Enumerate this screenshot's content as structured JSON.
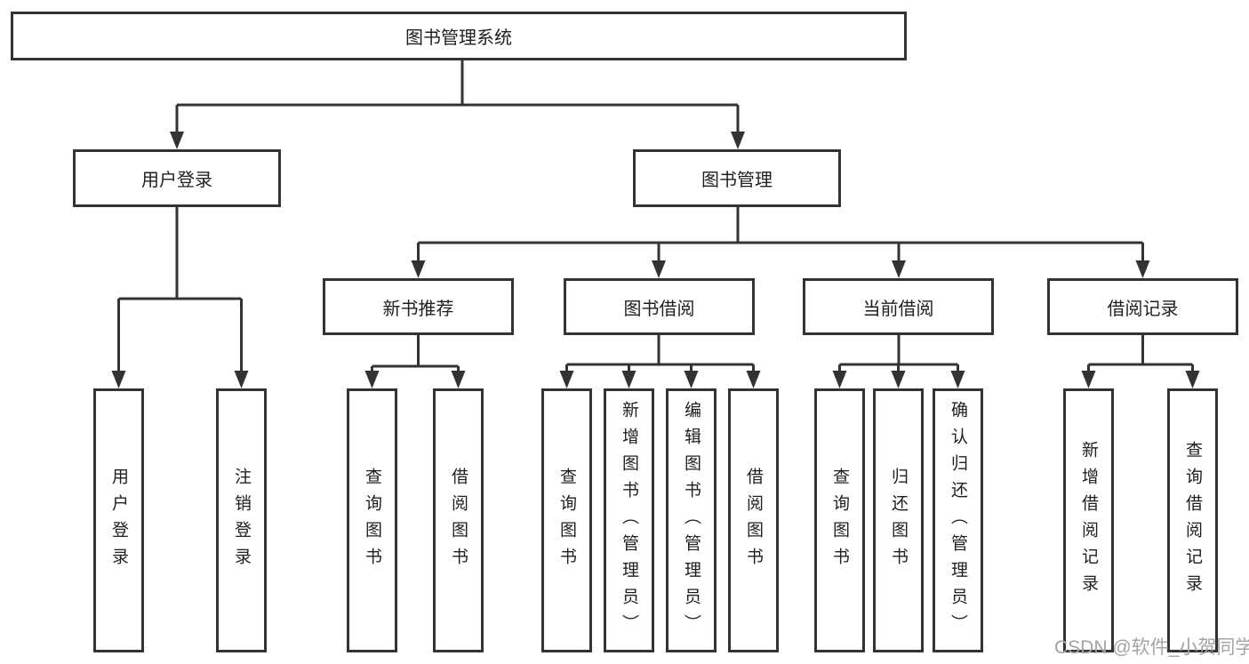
{
  "diagram": {
    "root": {
      "label": "图书管理系统"
    },
    "level2": [
      {
        "label": "用户登录"
      },
      {
        "label": "图书管理"
      }
    ],
    "level3": [
      {
        "label": "新书推荐"
      },
      {
        "label": "图书借阅"
      },
      {
        "label": "当前借阅"
      },
      {
        "label": "借阅记录"
      }
    ],
    "leaves": [
      {
        "label": "用户登录"
      },
      {
        "label": "注销登录"
      },
      {
        "label": "查询图书"
      },
      {
        "label": "借阅图书"
      },
      {
        "label": "查询图书"
      },
      {
        "label": "新增图书（管理员）"
      },
      {
        "label": "编辑图书（管理员）"
      },
      {
        "label": "借阅图书"
      },
      {
        "label": "查询图书"
      },
      {
        "label": "归还图书"
      },
      {
        "label": "确认归还（管理员）"
      },
      {
        "label": "新增借阅记录"
      },
      {
        "label": "查询借阅记录"
      }
    ],
    "watermark": "CSDN @软件_小贺同学",
    "colors": {
      "line": "#333333",
      "text": "#1f1f1f",
      "watermark": "#a3a3a3",
      "background": "#ffffff"
    }
  }
}
